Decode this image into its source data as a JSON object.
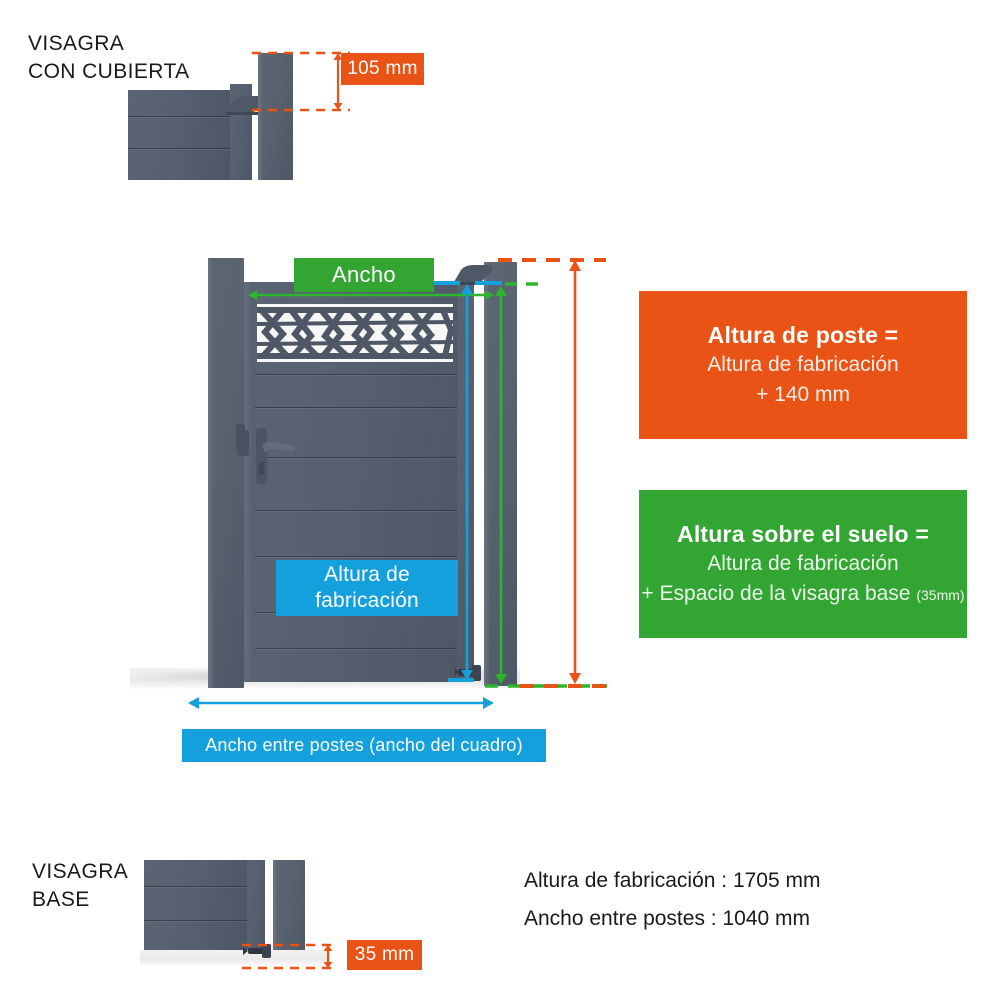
{
  "title_top": {
    "line1": "VISAGRA",
    "line2": "CON CUBIERTA"
  },
  "title_bottom": {
    "line1": "VISAGRA",
    "line2": "BASE"
  },
  "tags": {
    "hinge_cover_mm": "105 mm",
    "hinge_base_mm": "35 mm",
    "width_label": "Ancho",
    "frame_height_label_line1": "Altura de",
    "frame_height_label_line2": "fabricación",
    "width_between_posts_label": "Ancho entre postes (ancho del cuadro)"
  },
  "callouts": {
    "post_height": {
      "line1": "Altura de poste =",
      "line2": "Altura de fabricación",
      "line3": "+ 140 mm"
    },
    "ground_height": {
      "line1": "Altura sobre el suelo =",
      "line2": "Altura de fabricación",
      "line3_main": "+ Espacio de la visagra base",
      "line3_small": "(35mm)"
    }
  },
  "specs": {
    "height": "Altura de fabricación : 1705 mm",
    "width": "Ancho entre postes : 1040 mm"
  },
  "colors": {
    "orange": "#ea5316",
    "green": "#33a533",
    "blue": "#13a0dc",
    "metal": "#59626f",
    "text": "#1a1a1a"
  },
  "dimension_arrows": {
    "blue_vertical": "frame-manufacturing-height",
    "green_vertical": "height-above-ground",
    "orange_vertical": "post-height",
    "green_horizontal": "gate-leaf-width",
    "blue_horizontal": "width-between-posts"
  }
}
